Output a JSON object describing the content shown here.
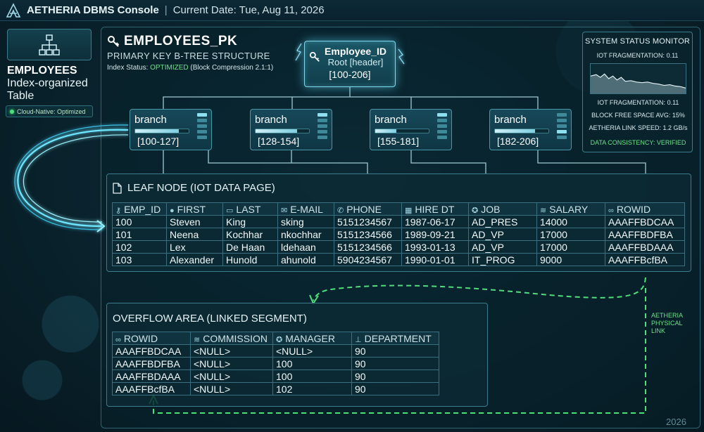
{
  "topbar": {
    "app_name": "AETHERIA DBMS Console",
    "separator": "|",
    "date_text": "Current Date: Tue, Aug 11, 2026"
  },
  "left_panel": {
    "table_name": "EMPLOYEES",
    "table_type": "Index-organized",
    "table_suffix": "Table",
    "badge": "Cloud-Native: Optimized"
  },
  "index": {
    "name": "EMPLOYEES_PK",
    "subtitle": "PRIMARY KEY B-TREE STRUCTURE",
    "status_label": "Index Status: ",
    "status_value": "OPTIMIZED",
    "status_extra": " (Block Compression 2.1:1)"
  },
  "root": {
    "title": "Employee_ID",
    "subtitle": "Root [header]",
    "range": "[100-206]"
  },
  "branches": [
    {
      "label": "branch",
      "range": "[100-127]",
      "fill": 0.82
    },
    {
      "label": "branch",
      "range": "[128-154]",
      "fill": 0.78
    },
    {
      "label": "branch",
      "range": "[155-181]",
      "fill": 0.4
    },
    {
      "label": "branch",
      "range": "[182-206]",
      "fill": 0.75
    }
  ],
  "leaf": {
    "title": "LEAF NODE (IOT DATA PAGE)",
    "columns": [
      "EMP_ID",
      "FIRST",
      "LAST",
      "E-MAIL",
      "PHONE",
      "HIRE DT",
      "JOB",
      "SALARY",
      "ROWID"
    ],
    "rows": [
      [
        "100",
        "Steven",
        "King",
        "sking",
        "5151234567",
        "1987-06-17",
        "AD_PRES",
        "14000",
        "AAAFFBDCAA"
      ],
      [
        "101",
        "Neena",
        "Kochhar",
        "nkochhar",
        "5151234566",
        "1989-09-21",
        "AD_VP",
        "17000",
        "AAAFFBDFBA"
      ],
      [
        "102",
        "Lex",
        "De Haan",
        "ldehaan",
        "5151234566",
        "1993-01-13",
        "AD_VP",
        "17000",
        "AAAFFBDAAA"
      ],
      [
        "103",
        "Alexander",
        "Hunold",
        "ahunold",
        "5904234567",
        "1990-01-01",
        "IT_PROG",
        "9000",
        "AAAFFBcfBA"
      ]
    ]
  },
  "overflow": {
    "title": "OVERFLOW AREA (LINKED SEGMENT)",
    "columns": [
      "ROWID",
      "COMMISSION",
      "MANAGER",
      "DEPARTMENT"
    ],
    "rows": [
      [
        "AAAFFBDCAA",
        "<NULL>",
        "<NULL>",
        "90"
      ],
      [
        "AAAFFBDFBA",
        "<NULL>",
        "100",
        "90"
      ],
      [
        "AAAFFBDAAA",
        "<NULL>",
        "100",
        "90"
      ],
      [
        "AAAFFBcfBA",
        "<NULL>",
        "102",
        "90"
      ]
    ]
  },
  "monitor": {
    "title": "SYSTEM STATUS MONITOR",
    "line1": "IOT FRAGMENTATION: 0.11",
    "line2": "IOT FRAGMENTATION: 0.11",
    "line3": "BLOCK FREE SPACE AVG: 15%",
    "line4": "AETHERIA LINK SPEED: 1.2 GB/s",
    "line5": "DATA CONSISTENCY: VERIFIED"
  },
  "link_label": [
    "AETHERIA",
    "PHYSICAL",
    "LINK"
  ],
  "watermark": "2026",
  "colors": {
    "accent": "#7fd8ea",
    "ok": "#6fe08a",
    "panel_border": "#3c7c8b"
  }
}
